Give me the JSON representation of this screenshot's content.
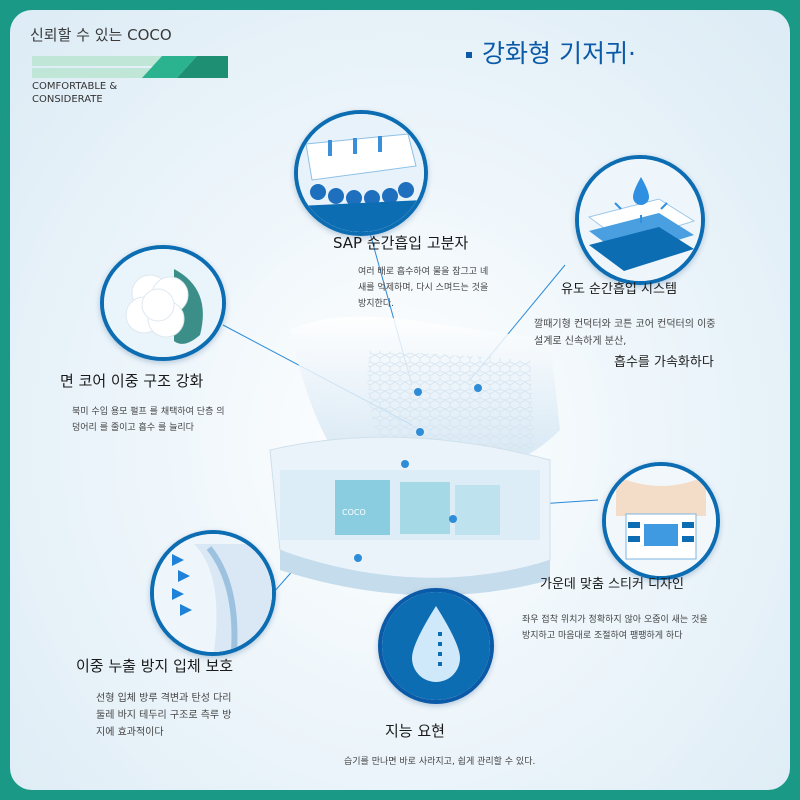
{
  "brand": {
    "title": "신뢰할 수 있는 COCO",
    "subtitle_line1": "COMFORTABLE &",
    "subtitle_line2": "CONSIDERATE"
  },
  "headline": "강화형 기저귀·",
  "product_label": "COCO",
  "features": {
    "sap": {
      "title": "SAP 순간흡입 고분자",
      "desc_line1": "여러 배로 흡수하여 물을 잠그고 녜",
      "desc_line2": "새를 억제하며, 다시 스며드는 것을",
      "desc_line3": "방지한다.",
      "icon": "absorbent-beads-icon"
    },
    "guide": {
      "title": "유도 순간흡입 시스템",
      "desc_line1": "깔때기형 컨덕터와 코튼 코어 컨덕터의 이중",
      "desc_line2": "설계로 신속하게 분산,",
      "desc_line3": "흡수를 가속화하다",
      "icon": "water-drop-layer-icon"
    },
    "cotton": {
      "title": "면 코어 이중 구조 강화",
      "desc_line1": "북미 수입 용모 펄프 를 채택하여 단층 의",
      "desc_line2": "덩어리 를 줄이고 흡수 를 늘리다",
      "icon": "cotton-icon"
    },
    "sticker": {
      "title": "가운데 맞춤 스티커 디자인",
      "desc_line1": "좌우 접착 위치가 정확하지 않아 오줌이 새는 것을",
      "desc_line2": "방지하고 마음대로 조절하여 팽팽하게 하다",
      "icon": "sticker-tab-icon"
    },
    "leak": {
      "title": "이중 누출 방지 입체 보호",
      "desc_line1": "선형 입체 방루 격변과 탄성 다리",
      "desc_line2": "둘레 바지 테두리 구조로 측루 방",
      "desc_line3": "지에 효과적이다",
      "icon": "leak-guard-icon"
    },
    "smart": {
      "title": "지능 요현",
      "desc_line1": "습기를 만나면 바로 사라지고, 쉽게 관리할 수 있다.",
      "icon": "wetness-indicator-drop-icon"
    }
  },
  "colors": {
    "frame": "#1a9a86",
    "accent_blue": "#0c6db3",
    "headline": "#0b5aa8",
    "brand_green": "#2bb38f"
  }
}
